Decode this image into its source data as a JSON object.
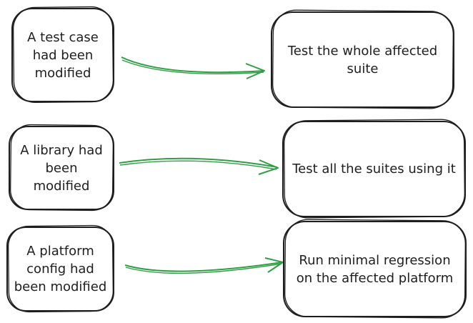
{
  "colors": {
    "stroke": "#1e1e1e",
    "arrow": "#2f9e44",
    "background": "#ffffff"
  },
  "rows": [
    {
      "condition": "A test case had been modified",
      "action": "Test the whole affected suite"
    },
    {
      "condition": "A library had been modified",
      "action": "Test all the suites using it"
    },
    {
      "condition": "A platform config had been modified",
      "action": "Run minimal regression on the affected platform"
    }
  ]
}
